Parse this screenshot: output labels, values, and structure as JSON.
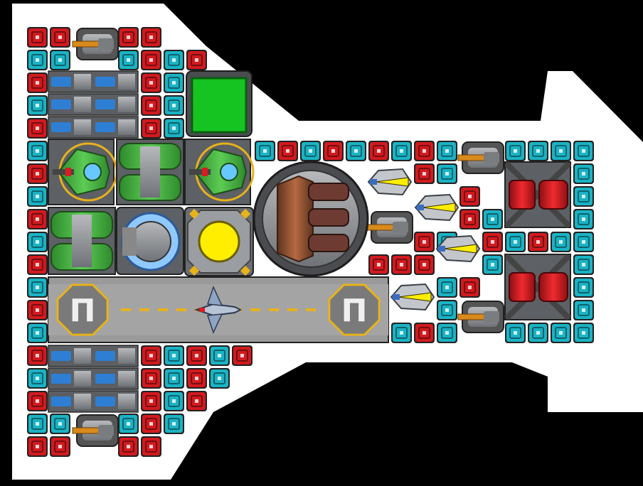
{
  "scene": {
    "type": "ship-blueprint",
    "background_color": "#000000",
    "hull_color": "#ffffff"
  },
  "colors": {
    "armor_red": "#d11a1f",
    "armor_cyan": "#1ab3c4",
    "metal_gray": "#8a8d91",
    "green_module": "#3fae3a",
    "blue_module": "#2e7fd4",
    "yellow_core": "#ffee00",
    "brown_turret": "#8a4c2e",
    "orange_cannon": "#d88a1c",
    "hangar_gray": "#9a9a9a",
    "hangar_stripe": "#e7b21b"
  },
  "icons": {
    "armor": "armor-block-icon",
    "cannon": "autocannon-icon",
    "thruster": "thruster-icon",
    "reactor": "reactor-core-icon",
    "shield": "shield-generator-icon",
    "turret": "heavy-turret-icon",
    "fighter": "fighter-craft-icon",
    "hangar": "hangar-bay-icon",
    "launch_pad": "launch-pad-icon"
  },
  "hangar": {
    "pad_symbol_left": "Π",
    "pad_symbol_right": "Π"
  }
}
